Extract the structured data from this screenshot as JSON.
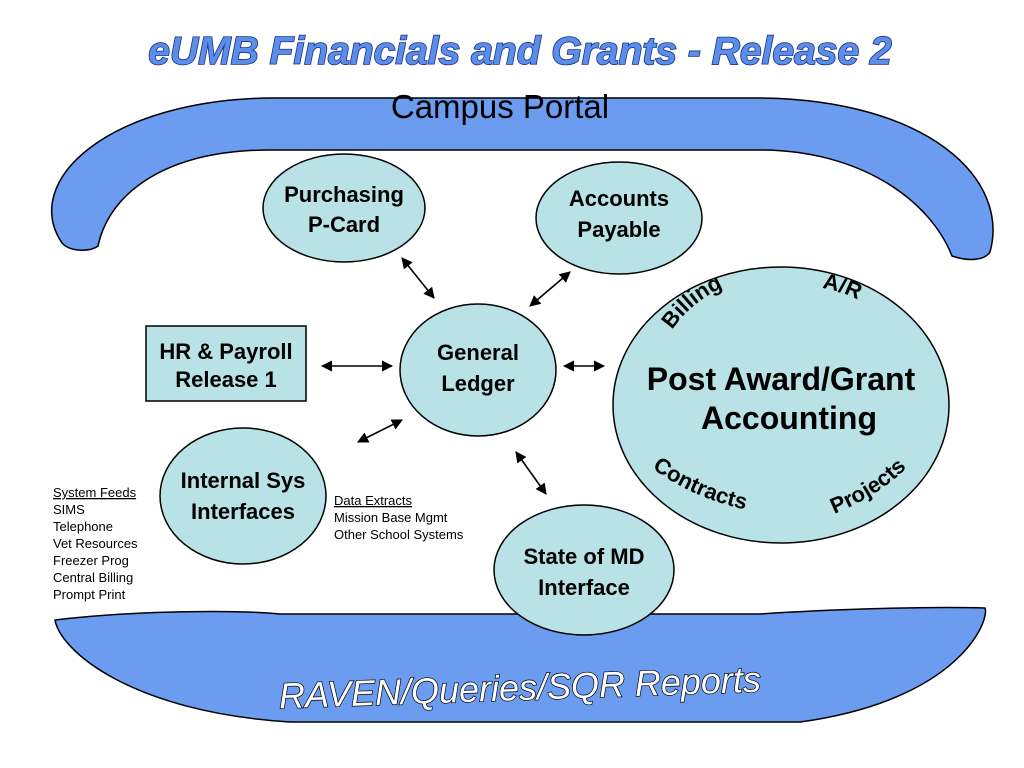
{
  "title": "eUMB Financials and Grants - Release 2",
  "top_band": {
    "label": "Campus Portal"
  },
  "bottom_band": {
    "label": "RAVEN/Queries/SQR Reports"
  },
  "nodes": {
    "purchasing": {
      "line1": "Purchasing",
      "line2": "P-Card"
    },
    "accounts_payable": {
      "line1": "Accounts",
      "line2": "Payable"
    },
    "general_ledger": {
      "line1": "General",
      "line2": "Ledger"
    },
    "hr_payroll": {
      "line1": "HR & Payroll",
      "line2": "Release 1"
    },
    "internal_sys": {
      "line1": "Internal Sys",
      "line2": "Interfaces"
    },
    "state_md": {
      "line1": "State of MD",
      "line2": "Interface"
    },
    "post_award": {
      "line1": "Post Award/Grant",
      "line2": "Accounting",
      "billing": "Billing",
      "ar": "A/R",
      "contracts": "Contracts",
      "projects": "Projects"
    }
  },
  "system_feeds": {
    "heading": "System Feeds",
    "items": [
      "SIMS",
      "Telephone",
      "Vet Resources",
      "Freezer Prog",
      "Central Billing",
      "Prompt Print"
    ]
  },
  "data_extracts": {
    "heading": "Data Extracts",
    "items": [
      "Mission Base Mgmt",
      "Other School Systems"
    ]
  },
  "colors": {
    "band_fill": "#6b9cf0",
    "node_fill": "#b9e2e6",
    "outline": "#000000",
    "title_fill": "#5b8ee8",
    "title_stroke": "#1a2f8a"
  }
}
